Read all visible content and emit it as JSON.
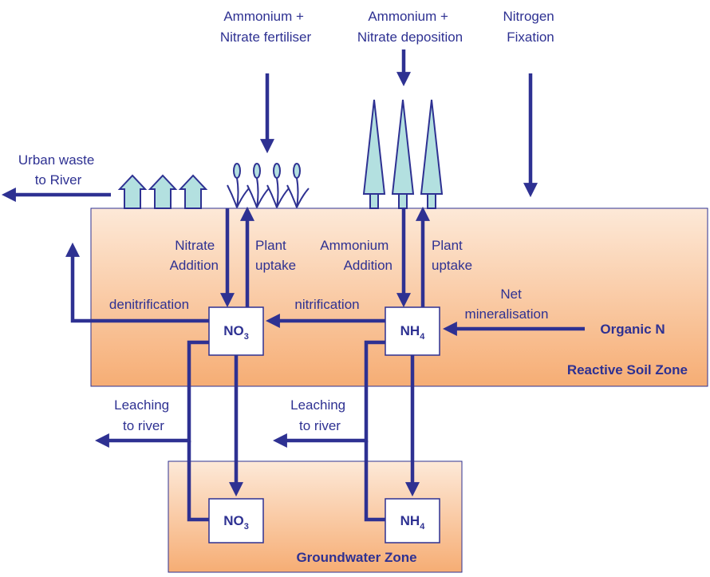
{
  "inputs": {
    "fertiliser": [
      "Ammonium +",
      "Nitrate fertiliser"
    ],
    "deposition": [
      "Ammonium +",
      "Nitrate deposition"
    ],
    "fixation": [
      "Nitrogen",
      "Fixation"
    ],
    "urban": [
      "Urban waste",
      "to River"
    ]
  },
  "processes": {
    "nitrate_addition": [
      "Nitrate",
      "Addition"
    ],
    "plant_uptake_left": [
      "Plant",
      "uptake"
    ],
    "ammonium_addition": [
      "Ammonium",
      "Addition"
    ],
    "plant_uptake_right": [
      "Plant",
      "uptake"
    ],
    "denitrification": "denitrification",
    "nitrification": "nitrification",
    "net_mineralisation": [
      "Net",
      "mineralisation"
    ],
    "leaching_left": [
      "Leaching",
      "to river"
    ],
    "leaching_right": [
      "Leaching",
      "to river"
    ]
  },
  "nodes": {
    "organic_n": "Organic N",
    "no3_main": "NO",
    "no3_sub": "3",
    "nh4_main": "NH",
    "nh4_sub": "4"
  },
  "zones": {
    "reactive": "Reactive Soil Zone",
    "groundwater": "Groundwater Zone"
  },
  "colors": {
    "arrow": "#2e3192",
    "zone_top": "#fde8d6",
    "zone_bottom": "#f7b27c",
    "icon_fill": "#b3e0e0",
    "icon_stroke": "#2e3192"
  }
}
